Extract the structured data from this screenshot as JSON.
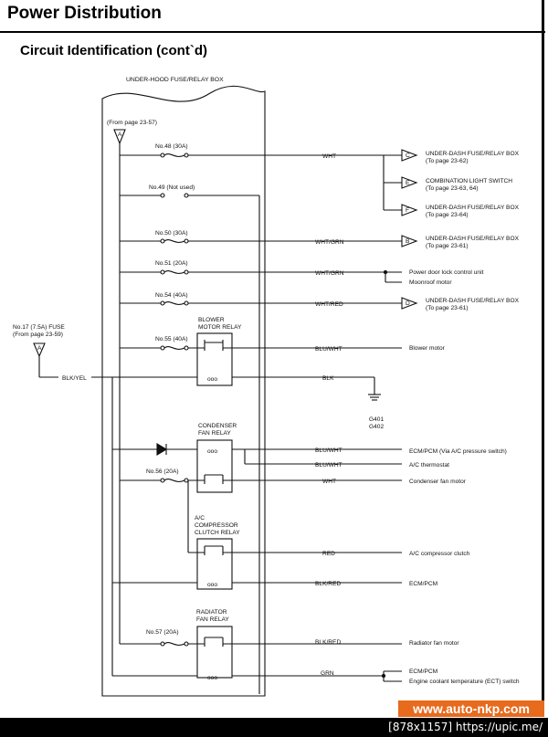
{
  "page": {
    "title": "Power Distribution",
    "subtitle": "Circuit Identification (cont`d)"
  },
  "box": {
    "label": "UNDER-HOOD FUSE/RELAY BOX"
  },
  "connectors": {
    "a_from": "(From page 23-57)",
    "a_letter": "A",
    "fuse17_line1": "No.17 (7.5A) FUSE",
    "fuse17_line2": "(From page 23-59)",
    "fuse17_letter": "A"
  },
  "fuses": {
    "f48": "No.48 (30A)",
    "f49": "No.49 (Not used)",
    "f50": "No.50 (30A)",
    "f51": "No.51 (20A)",
    "f54": "No.54 (40A)",
    "f55": "No.55 (40A)",
    "f56": "No.56 (20A)",
    "f57": "No.57 (20A)"
  },
  "relays": {
    "blower_l1": "BLOWER",
    "blower_l2": "MOTOR RELAY",
    "condenser_l1": "CONDENSER",
    "condenser_l2": "FAN RELAY",
    "comp_l1": "A/C",
    "comp_l2": "COMPRESSOR",
    "comp_l3": "CLUTCH RELAY",
    "rad_l1": "RADIATOR",
    "rad_l2": "FAN RELAY"
  },
  "wires": {
    "w48": "WHT",
    "w50": "WHT/GRN",
    "w51": "WHT/GRN",
    "w54": "WHT/RED",
    "w55": "BLU/WHT",
    "blkyel": "BLK/YEL",
    "blk": "BLK",
    "cond1": "BLU/WHT",
    "cond2": "BLU/WHT",
    "cond3": "WHT",
    "comp": "RED",
    "comp_gnd": "BLK/RED",
    "rad": "BLK/RED",
    "grn": "GRN"
  },
  "grounds": {
    "g1": "G401",
    "g2": "G402"
  },
  "destinations": {
    "d1_l1": "UNDER-DASH FUSE/RELAY BOX",
    "d1_l2": "(To page 23-62)",
    "d1_letter": "C",
    "d2_l1": "COMBINATION LIGHT SWITCH",
    "d2_l2": "(To page 23-63, 64)",
    "d2_letter": "E",
    "d3_l1": "UNDER-DASH FUSE/RELAY BOX",
    "d3_l2": "(To page 23-64)",
    "d3_letter": "F",
    "d4_l1": "UNDER-DASH FUSE/RELAY BOX",
    "d4_l2": "(To page 23-61)",
    "d4_letter": "B",
    "d5_l1": "Power door lock control unit",
    "d5_l2": "Moonroof motor",
    "d6_l1": "UNDER-DASH FUSE/RELAY BOX",
    "d6_l2": "(To page 23-61)",
    "d6_letter": "D",
    "d7": "Blower motor",
    "d8": "ECM/PCM (Via A/C pressure switch)",
    "d9": "A/C thermostat",
    "d10": "Condenser fan motor",
    "d11": "A/C compressor clutch",
    "d12": "ECM/PCM",
    "d13": "Radiator fan motor",
    "d14_l1": "ECM/PCM",
    "d14_l2": "Engine coolant temperature (ECT) switch"
  },
  "watermark": "www.auto-nkp.com",
  "footer": "[878x1157] https://upic.me/"
}
